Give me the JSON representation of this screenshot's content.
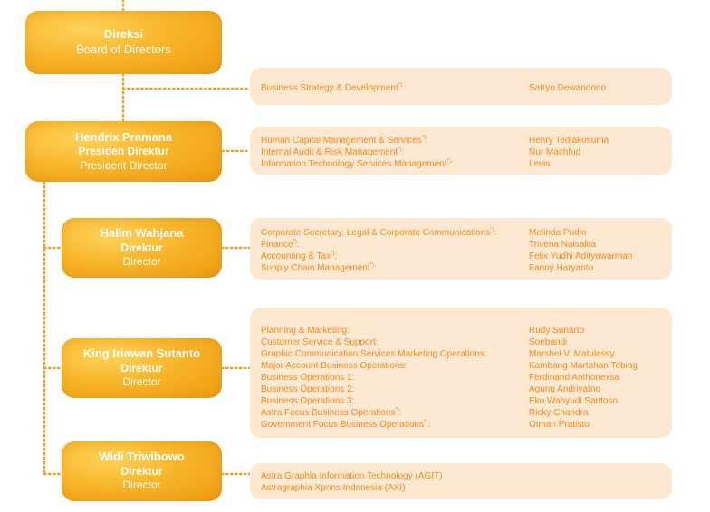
{
  "board": {
    "title": "Direksi",
    "subtitle": "Board of Directors"
  },
  "directors": [
    {
      "name": "Hendrix Pramana",
      "role": "Presiden Direktur",
      "role_en": "President Director"
    },
    {
      "name": "Halim Wahjana",
      "role": "Direktur",
      "role_en": "Director"
    },
    {
      "name": "King Iriawan Sutanto",
      "role": "Direktur",
      "role_en": "Director"
    },
    {
      "name": "Widi Triwibowo",
      "role": "Direktur",
      "role_en": "Director"
    }
  ],
  "panels": {
    "board": [
      {
        "label": "Business Strategy & Development",
        "mark": "*)",
        "person": "Satryo Dewandono"
      }
    ],
    "president": [
      {
        "label": "Human Capital Management & Services",
        "mark": "*)",
        "suffix": ":",
        "person": "Henry Tedjakusuma"
      },
      {
        "label": "Internal Audit & Risk Management",
        "mark": "*)",
        "suffix": ":",
        "person": "Nur Machfud"
      },
      {
        "label": "Information Technology Services Management",
        "mark": "*)",
        "suffix": ":",
        "person": "Levis"
      }
    ],
    "halim": [
      {
        "label": "Corporate Secretary, Legal & Corporate Communications",
        "mark": "*)",
        "suffix": ":",
        "person": "Melinda Pudjo"
      },
      {
        "label": "Finance",
        "mark": "*)",
        "suffix": ":",
        "person": "Trivena Nalsalita"
      },
      {
        "label": "Accounting & Tax",
        "mark": "*)",
        "suffix": ":",
        "person": "Felix Yudhi Adityawarman"
      },
      {
        "label": "Supply Chain Management",
        "mark": "*)",
        "suffix": ":",
        "person": "Fanny Haryanto"
      }
    ],
    "king": [
      {
        "label": "Planning & Marketing:",
        "person": "Rudy Sunarto"
      },
      {
        "label": "Customer Service & Support:",
        "person": "Soebandi"
      },
      {
        "label": "Graphic Communication Services Marketing Operations:",
        "person": "Marshel V. Matulessy"
      },
      {
        "label": "Major Account Business Operations:",
        "person": "Kambang Martahan Tobing"
      },
      {
        "label": "Business Operations 1:",
        "person": "Ferdinand Anthonexsa"
      },
      {
        "label": "Business Operations 2:",
        "person": "Agung Andriyatno"
      },
      {
        "label": "Business Operations 3:",
        "person": "Eko Wahyudi Santoso"
      },
      {
        "label": "Astra Focus Business Operations",
        "mark": "*)",
        "suffix": ":",
        "person": "Ricky Chandra"
      },
      {
        "label": "Government Focus Business Operations",
        "mark": "*)",
        "suffix": ":",
        "person": "Otman Pratisto"
      }
    ],
    "widi": [
      {
        "label": "Astra Graphia Information Technology (AGIT)"
      },
      {
        "label": "Astragraphia Xprins Indonesia (AXI)"
      }
    ]
  },
  "colors": {
    "node": "#f5ad22",
    "panel_bg": "#fde9d2",
    "panel_text": "#f08a1c",
    "connector": "#f0a020"
  }
}
